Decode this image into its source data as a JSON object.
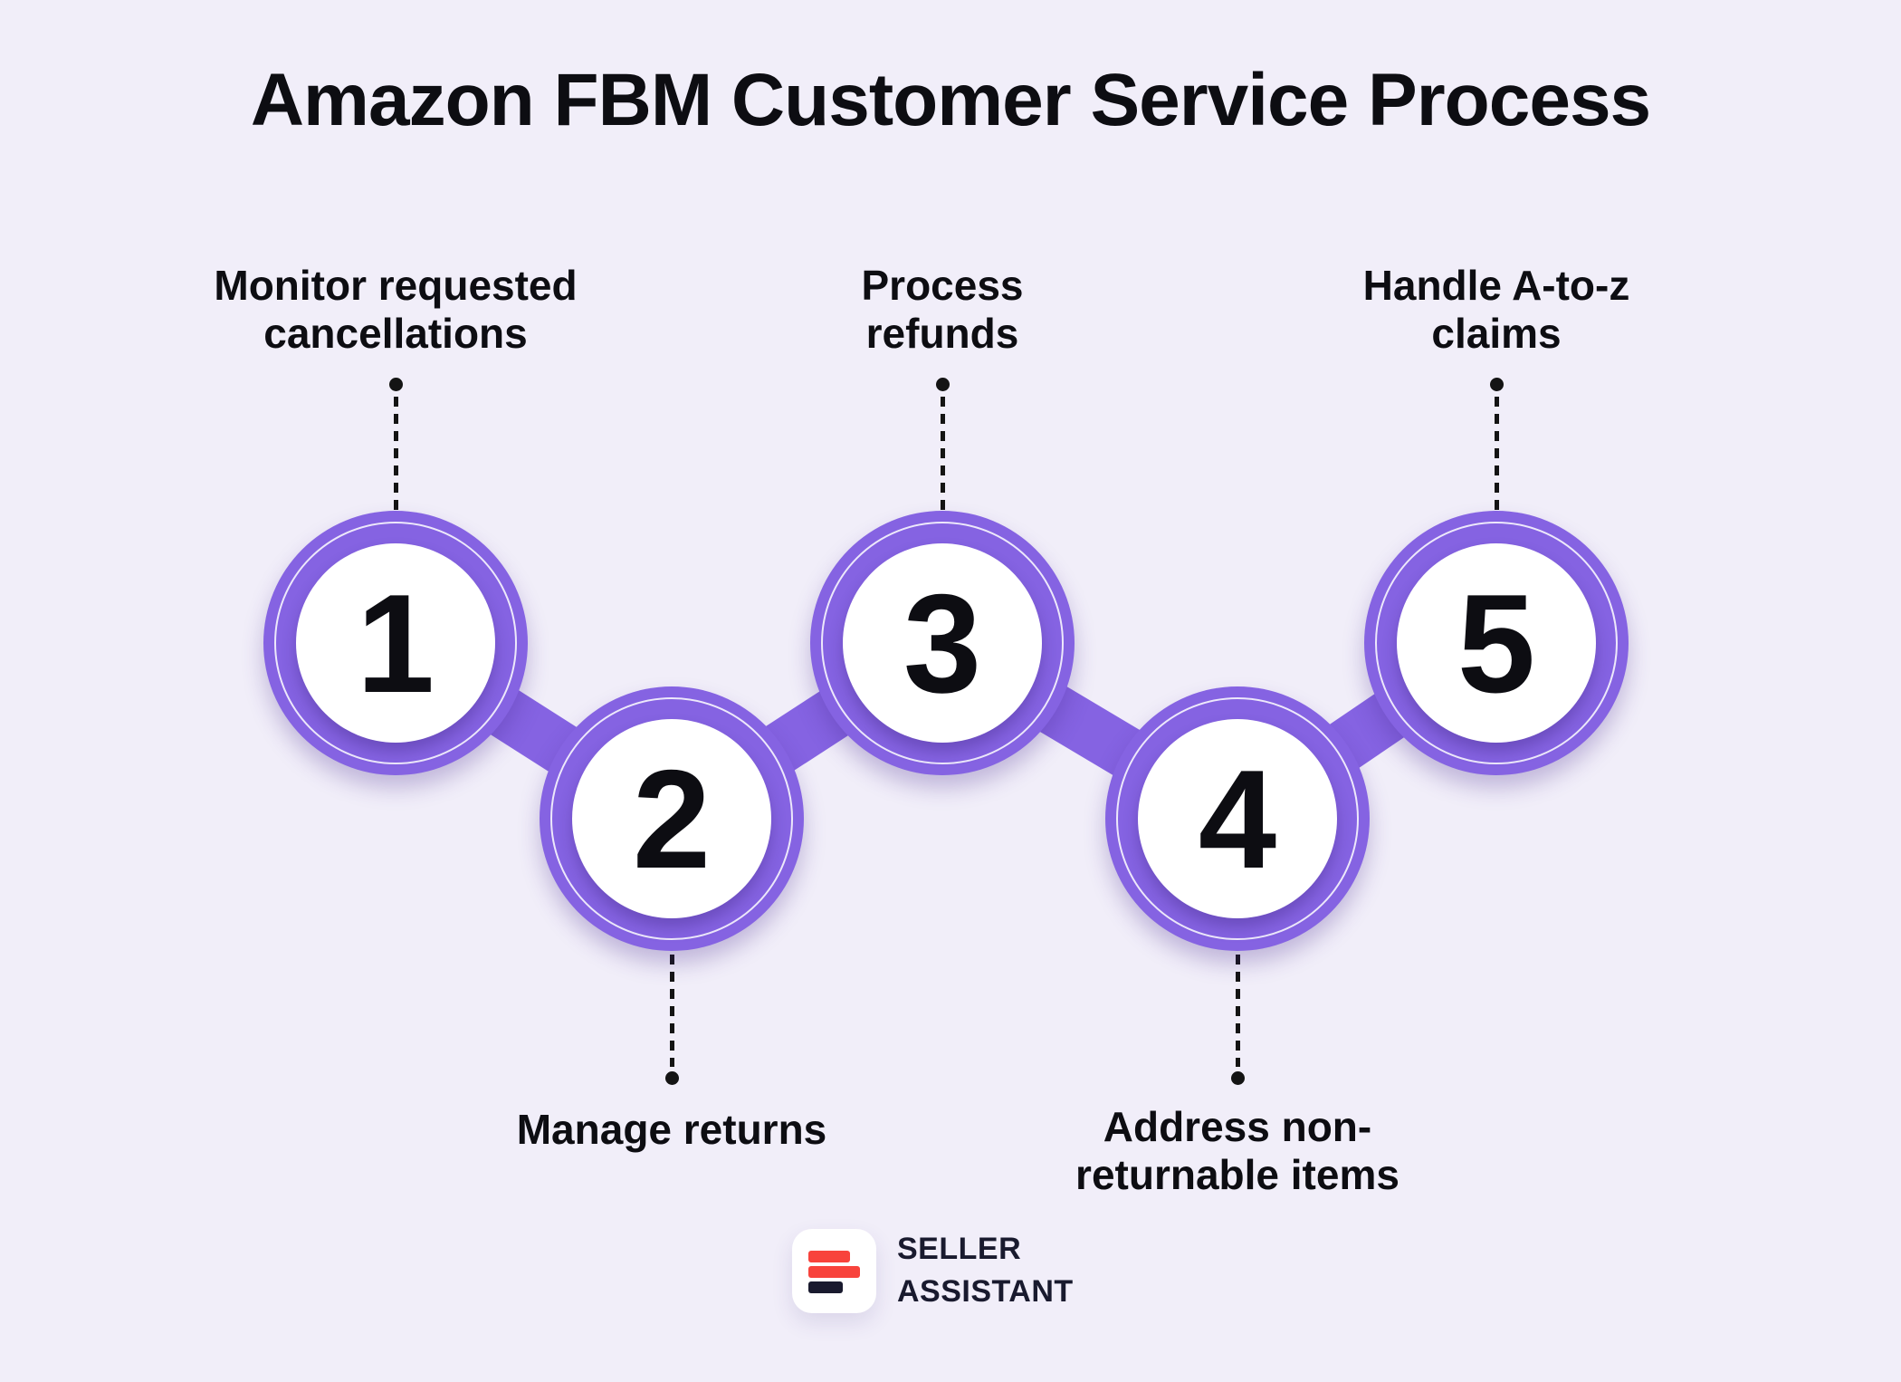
{
  "title": "Amazon FBM Customer Service Process",
  "steps": [
    {
      "number": "1",
      "label": "Monitor requested\ncancellations",
      "label_position": "top"
    },
    {
      "number": "2",
      "label": "Manage returns",
      "label_position": "bottom"
    },
    {
      "number": "3",
      "label": "Process\nrefunds",
      "label_position": "top"
    },
    {
      "number": "4",
      "label": "Address non-\nreturnable items",
      "label_position": "bottom"
    },
    {
      "number": "5",
      "label": "Handle A-to-z\nclaims",
      "label_position": "top"
    }
  ],
  "logo": {
    "icon": "three-bars-icon",
    "line1": "SELLER",
    "line2": "ASSISTANT"
  },
  "colors": {
    "background": "#F1EEF9",
    "accent_purple": "#8563E2",
    "circle_inner": "#FFFFFF",
    "text": "#0D0D12",
    "connector_dash": "#141414",
    "logo_red": "#F8433C",
    "logo_navy": "#191A2E"
  }
}
